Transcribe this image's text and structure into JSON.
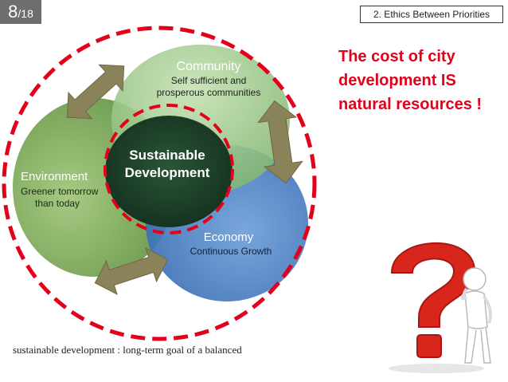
{
  "slide": {
    "page_current": "8",
    "page_total": "/18",
    "section": "2. Ethics Between Priorities"
  },
  "headline": {
    "line1": "The cost of city",
    "line2": "development IS",
    "line3": "natural resources !"
  },
  "diagram": {
    "center_line1": "Sustainable",
    "center_line2": "Development",
    "community_title": "Community",
    "community_line1": "Self sufficient and",
    "community_line2": "prosperous communities",
    "environment_title": "Environment",
    "environment_line1": "Greener tomorrow",
    "environment_line2": "than today",
    "economy_title": "Economy",
    "economy_line1": "Continuous Growth",
    "colors": {
      "community": "#8fc37e",
      "environment": "#6f9f4b",
      "economy": "#3f77bf",
      "center": "#1c3b26",
      "dash": "#e3001b",
      "arrow": "#8a8258"
    }
  },
  "caption": "sustainable development : long-term goal of a balanced"
}
